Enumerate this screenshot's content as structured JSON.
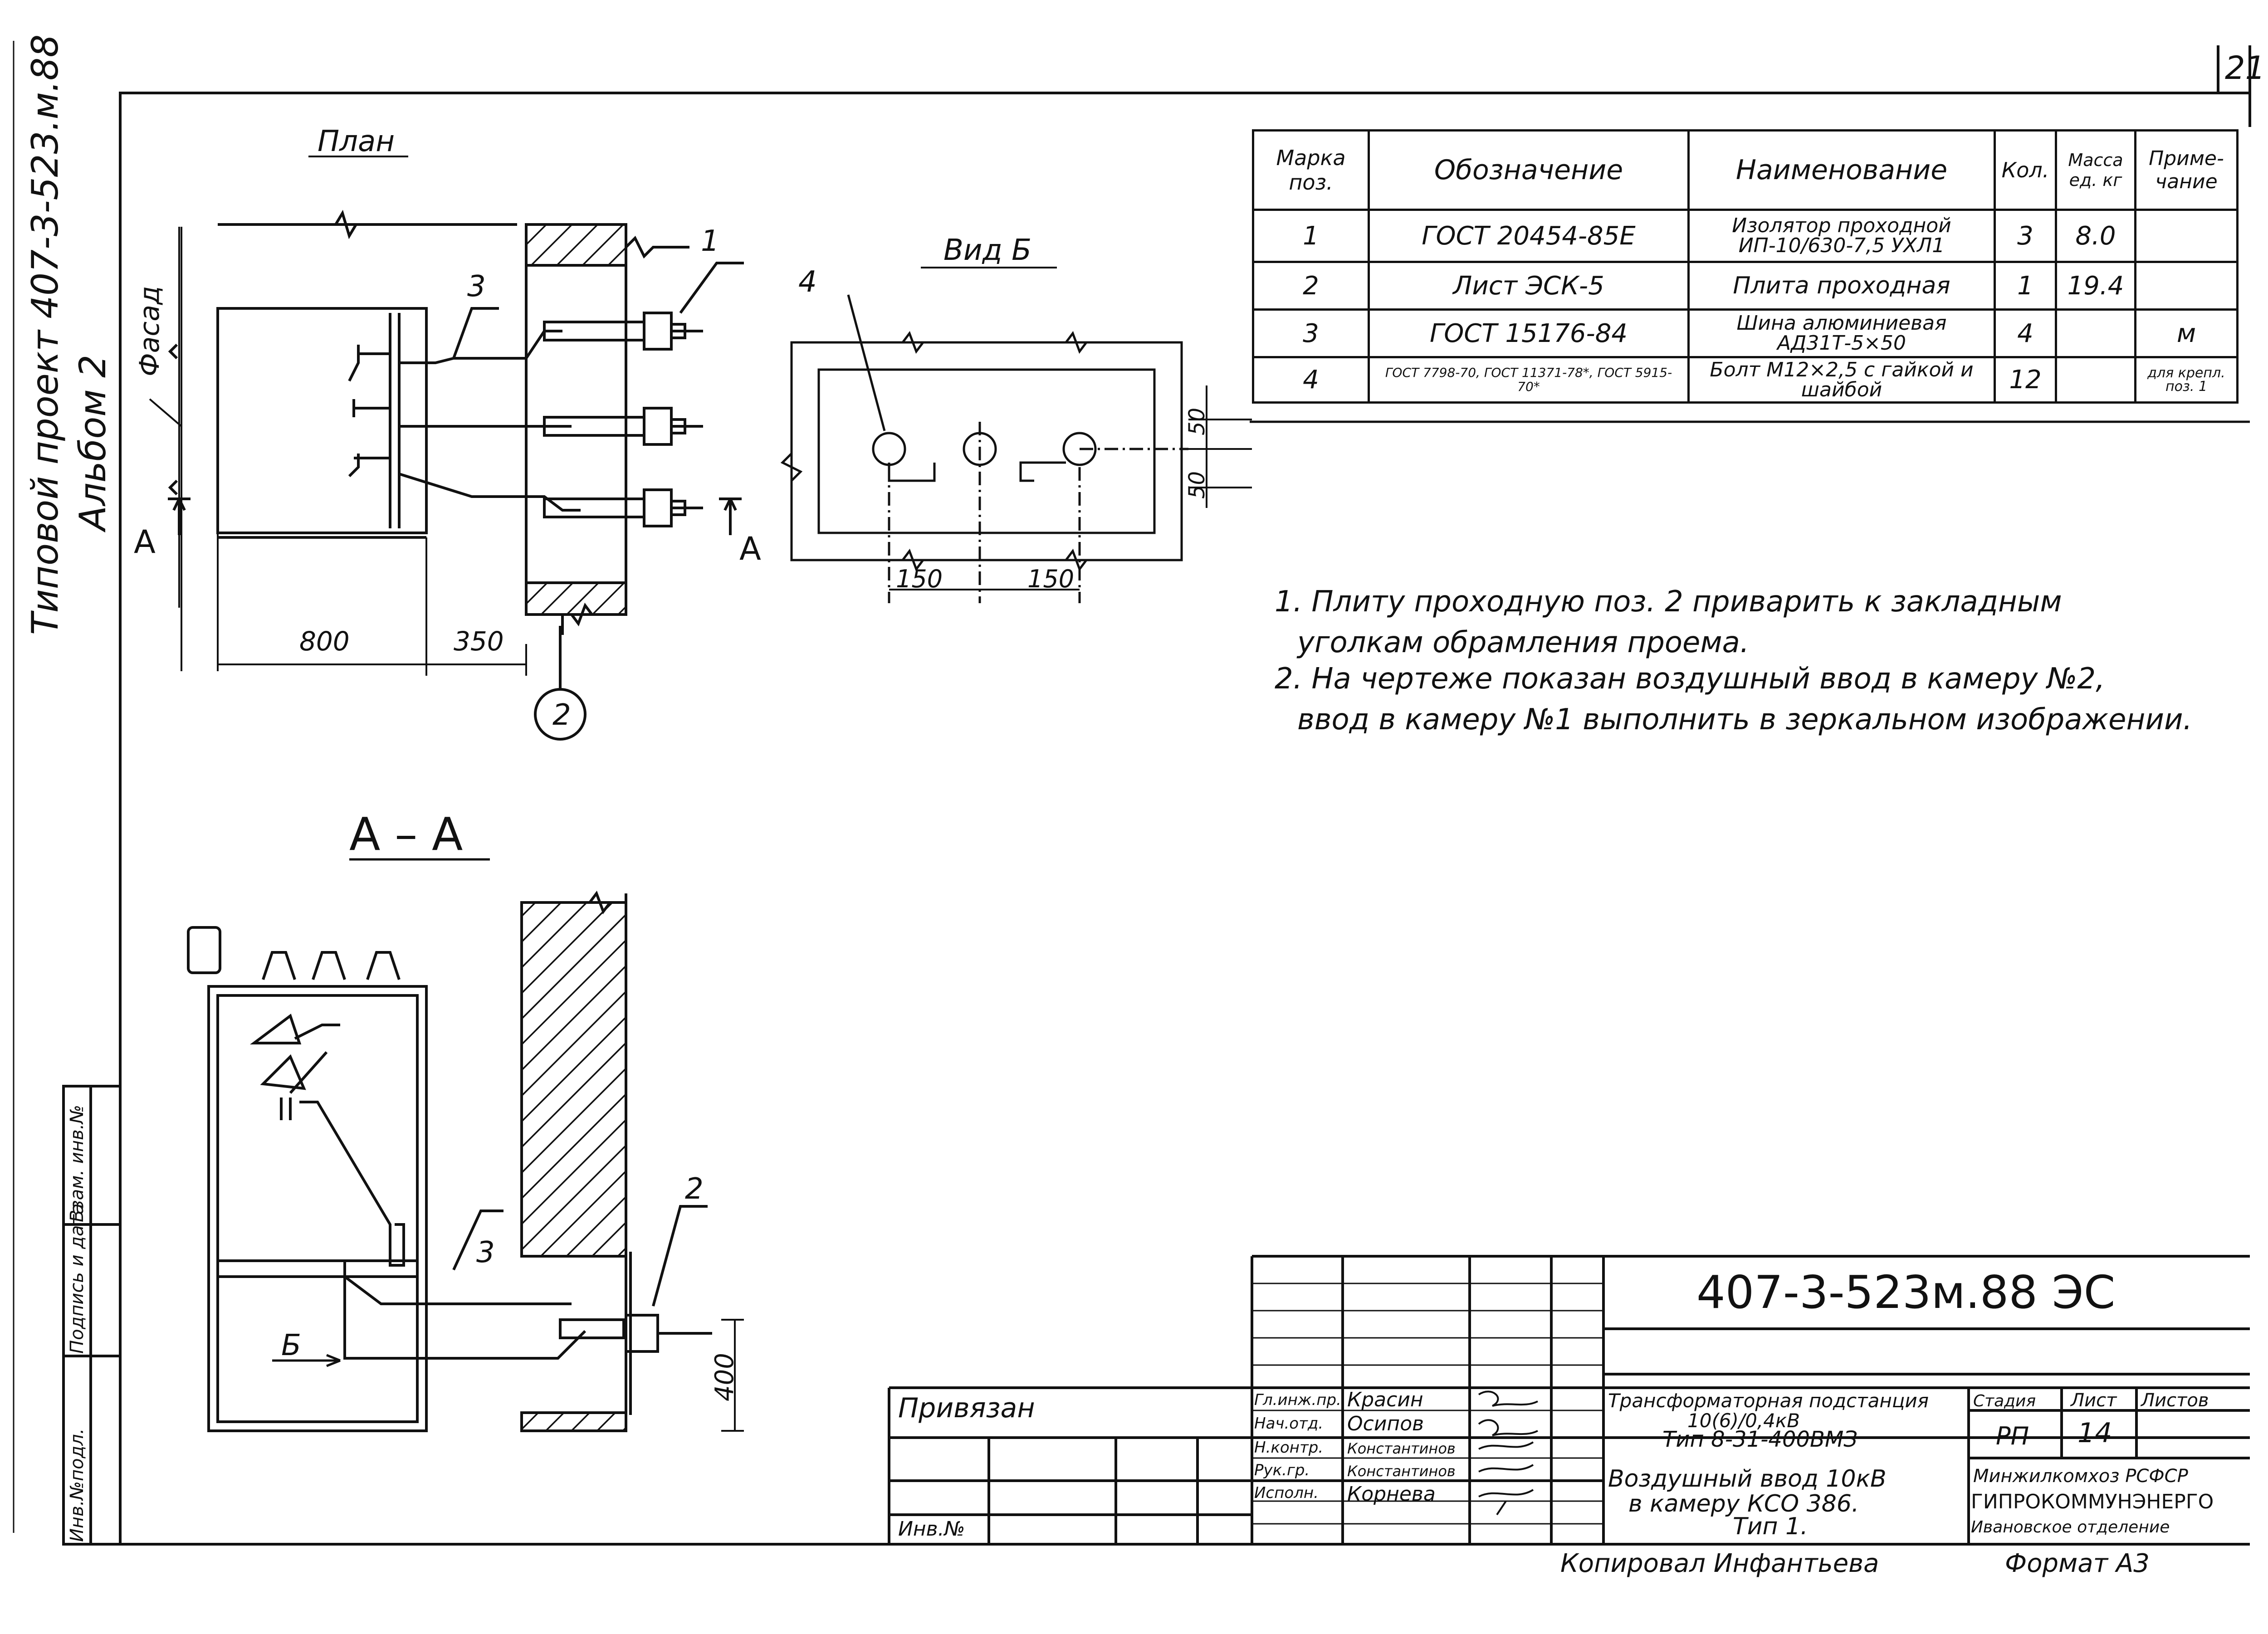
{
  "sheet_number": "21",
  "side_project_label": "Типовой проект 407-3-523.м.88",
  "side_album_label": "Альбом 2",
  "plan": {
    "title": "План",
    "facade_label": "Фасад",
    "dim_800": "800",
    "dim_350": "350",
    "section_mark_left": "А",
    "section_mark_right": "А",
    "callout_1": "1",
    "callout_3": "3",
    "callout_2_circle": "2"
  },
  "view_b": {
    "title": "Вид Б",
    "callout_4": "4",
    "dim_150a": "150",
    "dim_150b": "150",
    "dim_50a": "50",
    "dim_50b": "50"
  },
  "section_aa": {
    "title": "А – А",
    "callout_2": "2",
    "callout_3": "3",
    "arrow_b": "Б",
    "dim_400": "400"
  },
  "spec_table": {
    "headers": [
      "Марка поз.",
      "Обозначение",
      "Наименование",
      "Кол.",
      "Масса ед. кг",
      "Приме- чание"
    ],
    "rows": [
      {
        "pos": "1",
        "designation": "ГОСТ 20454-85Е",
        "name": "Изолятор проходной ИП-10/630-7,5 УХЛ1",
        "qty": "3",
        "mass": "8.0",
        "note": ""
      },
      {
        "pos": "2",
        "designation": "Лист ЭСК-5",
        "name": "Плита проходная",
        "qty": "1",
        "mass": "19.4",
        "note": ""
      },
      {
        "pos": "3",
        "designation": "ГОСТ 15176-84",
        "name": "Шина алюминиевая АД31Т-5×50",
        "qty": "4",
        "mass": "",
        "note": "м"
      },
      {
        "pos": "4",
        "designation": "ГОСТ 7798-70, ГОСТ 11371-78*, ГОСТ 5915-70*",
        "name": "Болт М12×2,5 с гайкой и шайбой",
        "qty": "12",
        "mass": "",
        "note": "для крепл. поз. 1"
      }
    ]
  },
  "notes": [
    "1. Плиту проходную поз. 2 приварить к закладным",
    "уголкам обрамления проема.",
    "2. На чертеже показан воздушный ввод в камеру №2,",
    "ввод в камеру №1 выполнить в зеркальном изображении."
  ],
  "title_block": {
    "doc_code": "407-3-523м.88 ЭС",
    "privyazan": "Привязан",
    "inv_no": "Инв.№",
    "roles": [
      "Гл.инж.пр.",
      "Нач.отд.",
      "Н.контр.",
      "Рук.гр.",
      "Исполн."
    ],
    "names": [
      "Красин",
      "Осипов",
      "Константинов",
      "Константинов",
      "Корнева"
    ],
    "object_title": [
      "Трансформаторная подстанция",
      "10(6)/0,4кВ",
      "Тип 8-31-400ВМЗ"
    ],
    "sheet_title": [
      "Воздушный ввод 10кВ",
      "в камеру КСО 386.",
      "Тип 1."
    ],
    "stage_label": "Стадия",
    "sheet_label": "Лист",
    "sheets_label": "Листов",
    "stage": "РП",
    "sheet": "14",
    "sheets": "",
    "org": [
      "Минжилкомхоз РСФСР",
      "ГИПРОКОММУНЭНЕРГО",
      "Ивановское отделение"
    ]
  },
  "left_stamp": [
    "Инв.№подл.",
    "Подпись и дата",
    "Взам. инв.№"
  ],
  "copied_by": "Копировал Инфантьева",
  "format": "Формат А3"
}
